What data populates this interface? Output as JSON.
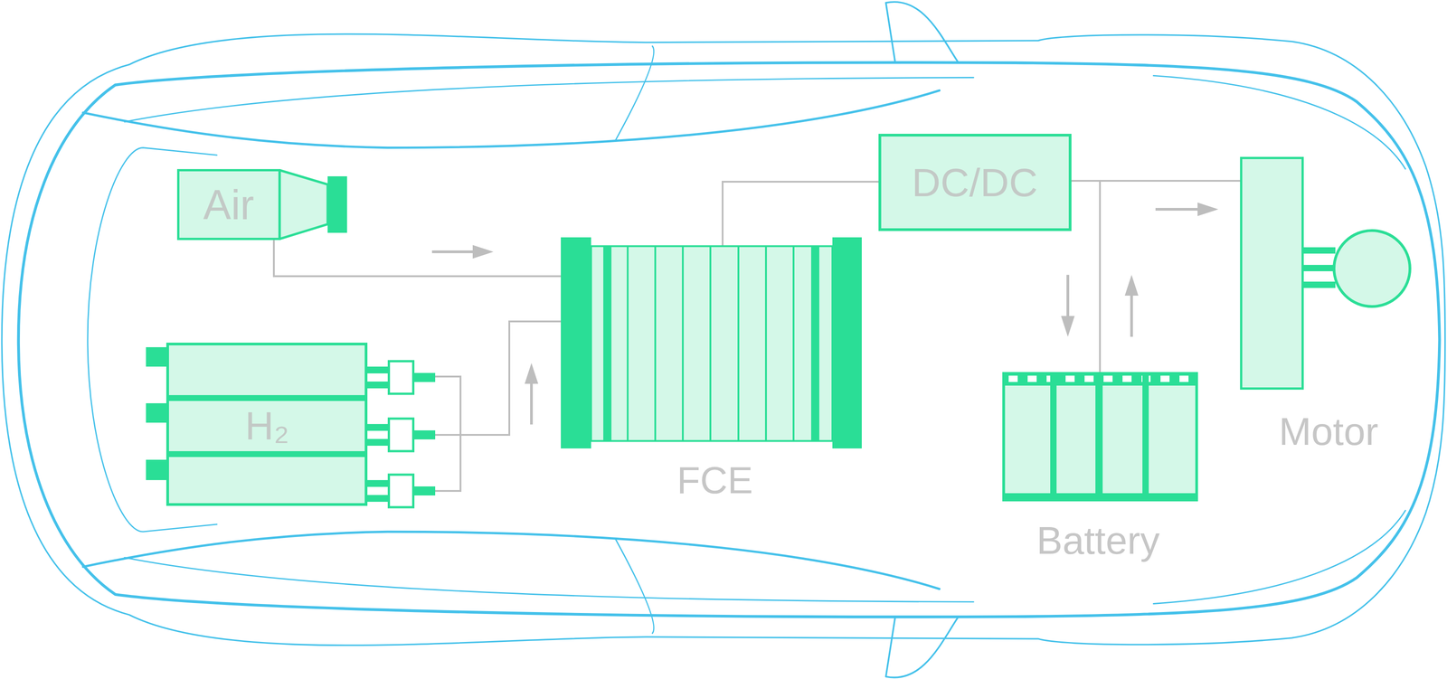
{
  "diagram": {
    "nodes": [
      {
        "text": [
          "Air"
        ]
      },
      {
        "text": [
          "H₂"
        ]
      },
      {
        "text": [
          "FCE"
        ]
      },
      {
        "text": [
          "DC/DC"
        ]
      },
      {
        "text": [
          "Battery"
        ]
      },
      {
        "text": [
          "Motor"
        ]
      }
    ],
    "edges": [
      {
        "from": 0,
        "to": 2,
        "arrow": "to"
      },
      {
        "from": 1,
        "to": 2,
        "arrow": "to"
      },
      {
        "from": 2,
        "to": 3,
        "arrow": "none"
      },
      {
        "from": 3,
        "to": 5,
        "arrow": "to"
      },
      {
        "from": 3,
        "to": 4,
        "arrow": "both"
      }
    ]
  }
}
